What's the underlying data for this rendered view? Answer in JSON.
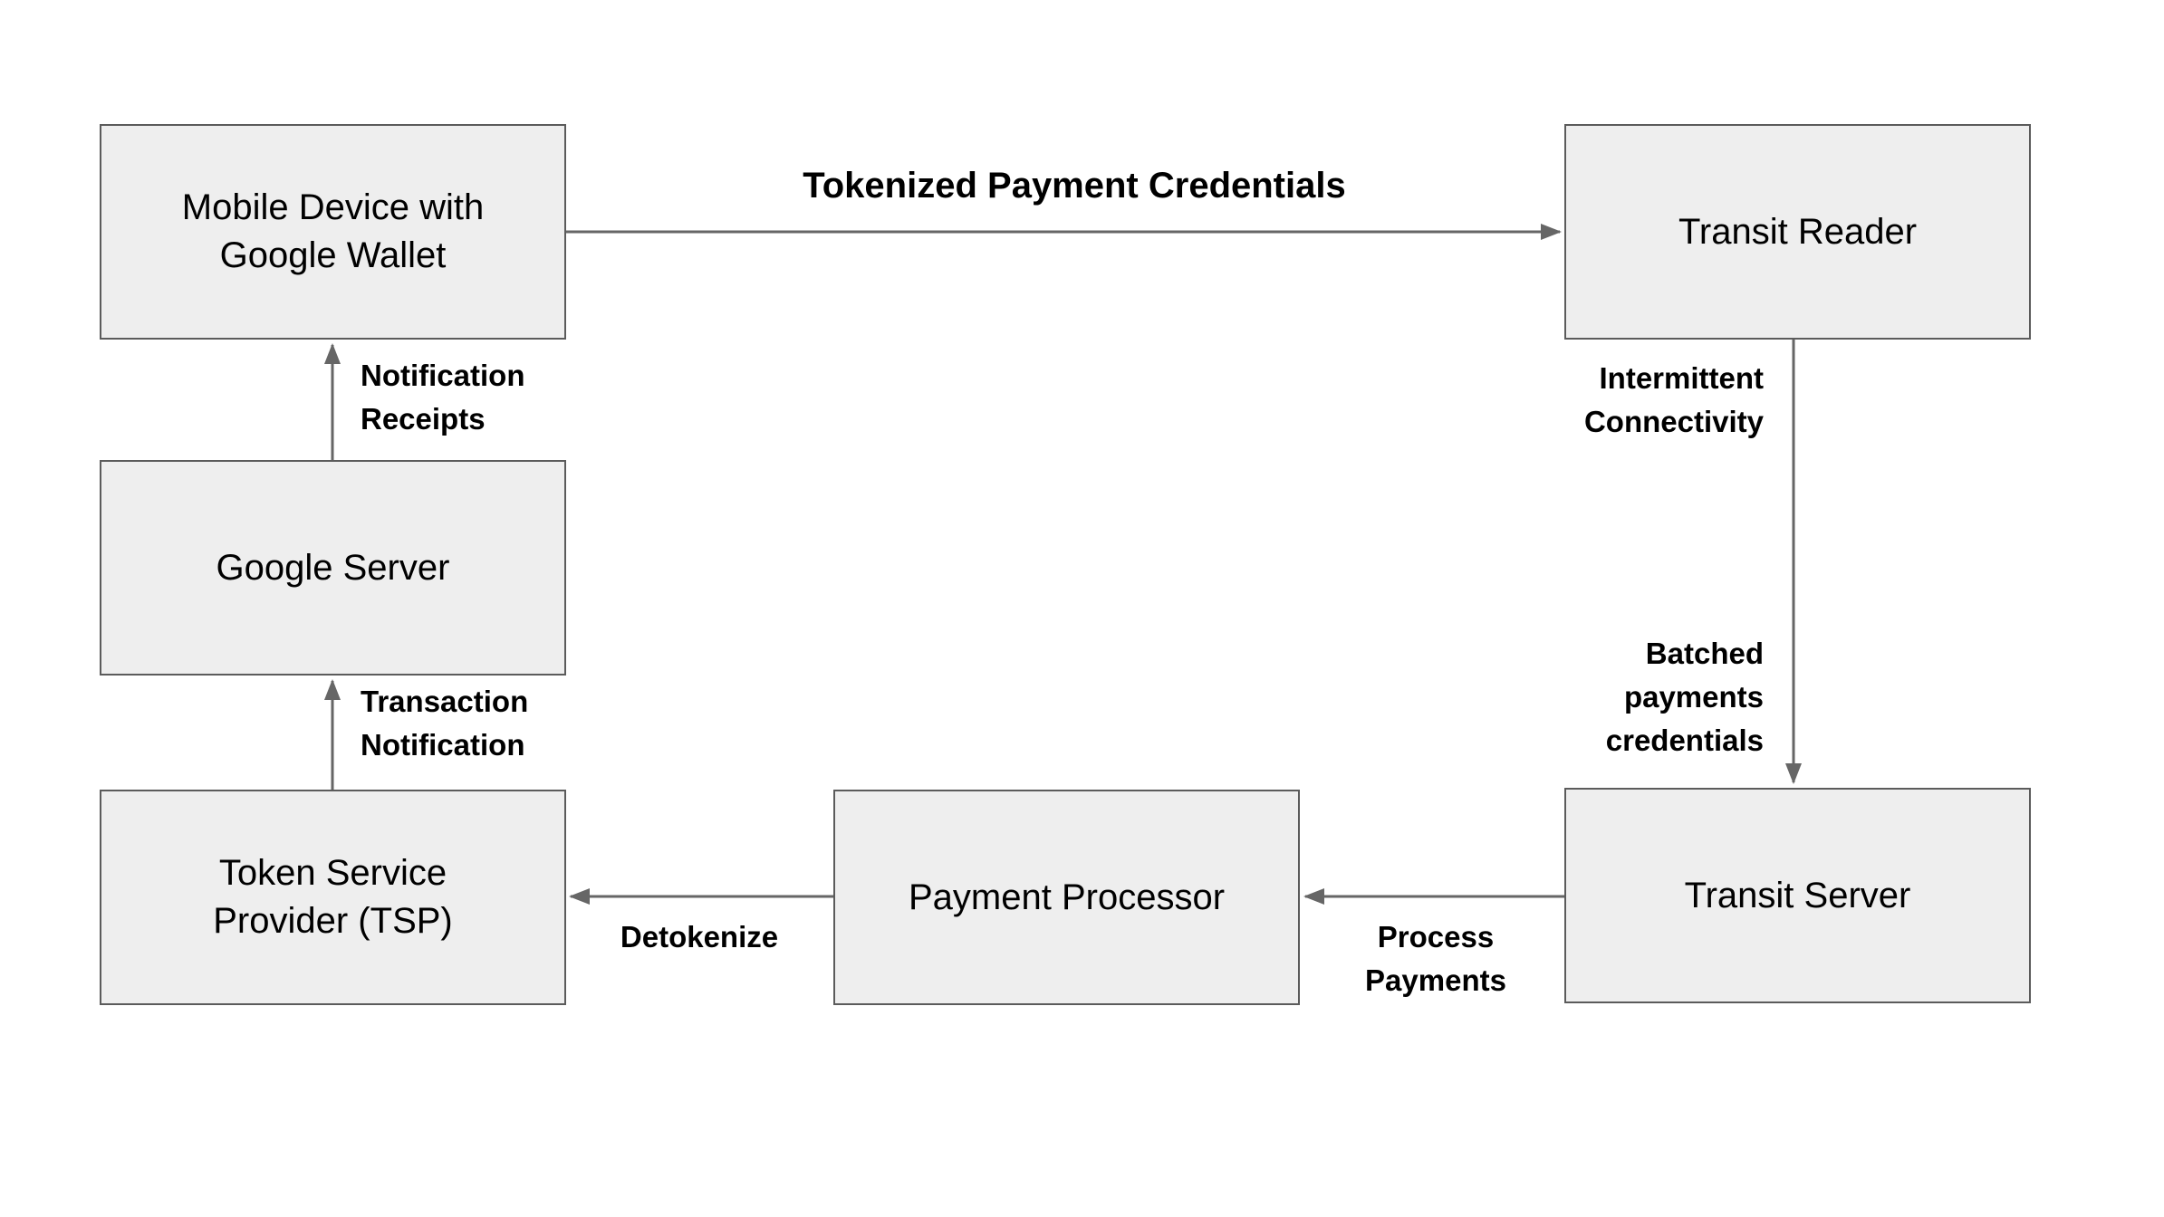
{
  "diagram": {
    "colors": {
      "bg": "#ffffff",
      "box-fill": "#eeeeee",
      "box-border": "#5b5b5b",
      "arrow": "#666666",
      "text": "#000000"
    },
    "nodes": [
      {
        "name": "mobile-device-google-wallet",
        "lines": [
          "Mobile Device with",
          "Google Wallet"
        ]
      },
      {
        "name": "transit-reader",
        "lines": [
          "Transit Reader"
        ]
      },
      {
        "name": "google-server",
        "lines": [
          "Google Server"
        ]
      },
      {
        "name": "token-service-provider",
        "lines": [
          "Token Service",
          "Provider (TSP)"
        ]
      },
      {
        "name": "payment-processor",
        "lines": [
          "Payment Processor"
        ]
      },
      {
        "name": "transit-server",
        "lines": [
          "Transit Server"
        ]
      }
    ],
    "edge_labels": [
      {
        "name": "tokenized-payment-credentials",
        "lines": [
          "Tokenized Payment Credentials"
        ]
      },
      {
        "name": "notification-receipts",
        "lines": [
          "Notification",
          "Receipts"
        ]
      },
      {
        "name": "transaction-notification",
        "lines": [
          "Transaction",
          "Notification"
        ]
      },
      {
        "name": "intermittent-connectivity",
        "lines": [
          "Intermittent",
          "Connectivity"
        ]
      },
      {
        "name": "batched-payments-credentials",
        "lines": [
          "Batched",
          "payments",
          "credentials"
        ]
      },
      {
        "name": "process-payments",
        "lines": [
          "Process",
          "Payments"
        ]
      },
      {
        "name": "detokenize",
        "lines": [
          "Detokenize"
        ]
      }
    ]
  }
}
